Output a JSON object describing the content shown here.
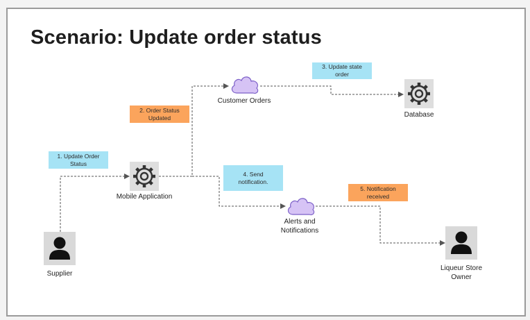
{
  "title": "Scenario: Update order status",
  "nodes": {
    "mobile_app": {
      "label": "Mobile Application",
      "icon": "gear-icon"
    },
    "customer_orders": {
      "label": "Customer Orders",
      "icon": "cloud-icon"
    },
    "database": {
      "label": "Database",
      "icon": "gear-icon"
    },
    "alerts": {
      "label_line1": "Alerts and",
      "label_line2": "Notifications",
      "icon": "cloud-icon"
    },
    "supplier": {
      "label": "Supplier",
      "icon": "person-icon"
    },
    "owner": {
      "label_line1": "Liqueur Store",
      "label_line2": "Owner",
      "icon": "person-icon"
    }
  },
  "steps": [
    {
      "line1": "1. Update Order",
      "line2": "Status",
      "color": "#a6e3f5"
    },
    {
      "line1": "2. Order Status",
      "line2": "Updated",
      "color": "#fba45c"
    },
    {
      "line1": "3. Update state order",
      "line2": "",
      "color": "#a6e3f5"
    },
    {
      "line1": "4. Send",
      "line2": "notification.",
      "color": "#a6e3f5"
    },
    {
      "line1": "5. Notification",
      "line2": "received",
      "color": "#fba45c"
    }
  ],
  "colors": {
    "blue_note": "#a6e3f5",
    "orange_note": "#fba45c",
    "cloud": "#d6c3f5",
    "cloud_stroke": "#7b5fc7"
  }
}
